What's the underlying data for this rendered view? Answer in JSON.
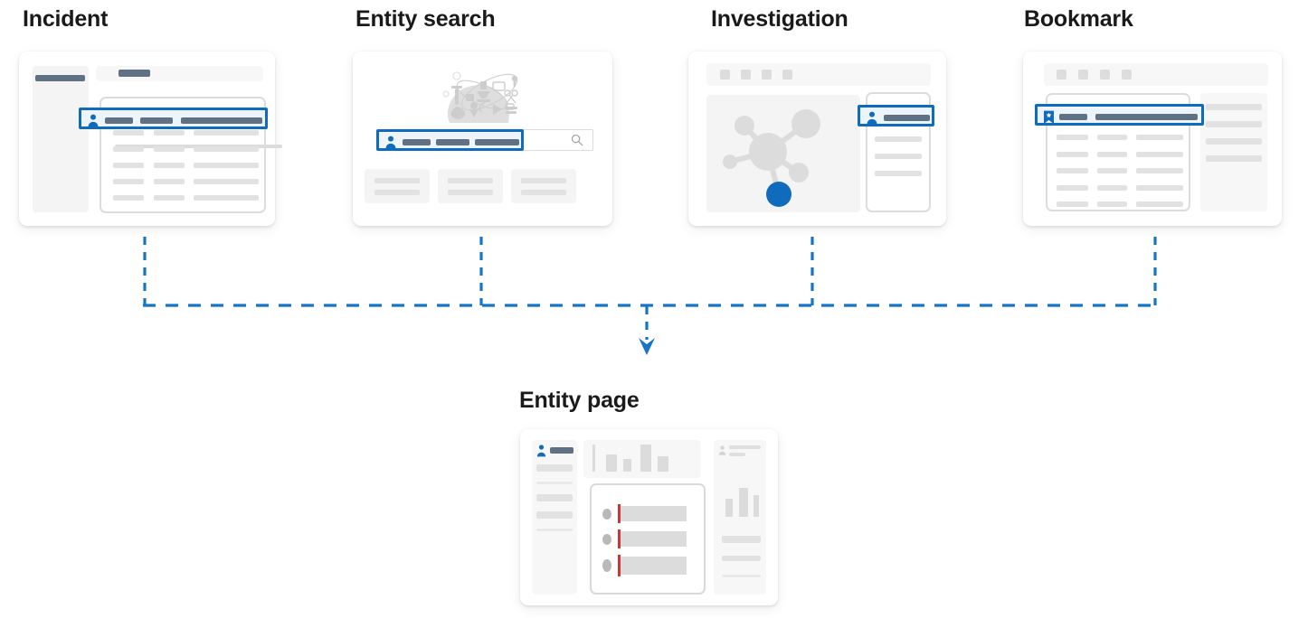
{
  "diagram": {
    "title_color": "#1a1a1a",
    "accent_blue": "#0f6cbd",
    "highlight_fill": "#eef4fb",
    "grey_block": "#d6d6d6",
    "dark_bar": "#5f7183",
    "alert_red": "#d13438",
    "background": "#ffffff"
  },
  "nodes": {
    "incident": {
      "label": "Incident",
      "icon": "person-icon",
      "selected_row": "entity-row-highlight"
    },
    "entity_search": {
      "label": "Entity search",
      "icon": "person-icon",
      "selected_row": "search-input-highlight",
      "search_icon": "search-icon"
    },
    "investigation": {
      "label": "Investigation",
      "icon": "person-icon",
      "selected_row": "graph-node-panel-highlight"
    },
    "bookmark": {
      "label": "Bookmark",
      "icon": "bookmark-icon",
      "selected_row": "bookmark-row-highlight"
    },
    "entity_page": {
      "label": "Entity page",
      "icon": "person-icon"
    }
  },
  "flow": {
    "description": "Incident, Entity search, Investigation and Bookmark all connect down into Entity page",
    "sources": [
      "Incident",
      "Entity search",
      "Investigation",
      "Bookmark"
    ],
    "target": "Entity page",
    "line_style": "dashed",
    "arrow": "arrow-down"
  },
  "entity_page_panels": {
    "left_nav": "profile-sidebar",
    "top_chart": "bar-chart",
    "center_list": "alert-list",
    "right_rail": "insights-rail",
    "alert_count": 3,
    "chart_bars": [
      52,
      34,
      26,
      62,
      34
    ],
    "rail_bars": [
      26,
      44,
      30
    ]
  }
}
